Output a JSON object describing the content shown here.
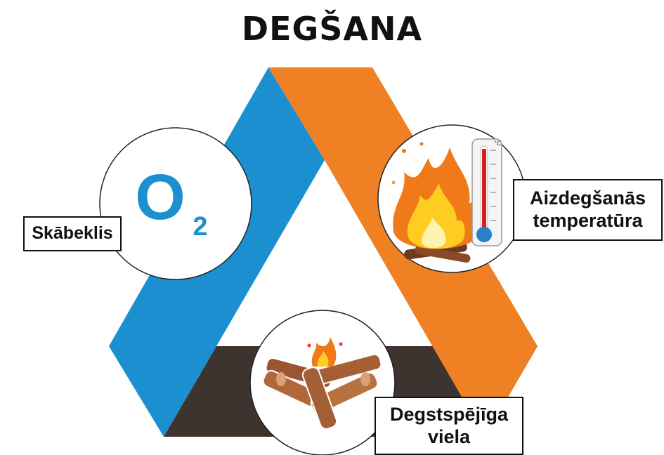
{
  "title": "DEGŠANA",
  "colors": {
    "oxygen_band": "#1b8fd0",
    "heat_band": "#ef8124",
    "fuel_band": "#3d332f",
    "fire_orange": "#f07a1a",
    "fire_yellow": "#ffcc22",
    "thermometer_red": "#d6201f",
    "wood": "#b0683a"
  },
  "oxygen": {
    "symbol": "O",
    "subscript": "2",
    "label": "Skābeklis",
    "icon": "o2-symbol"
  },
  "heat": {
    "label_line1": "Aizdegšanās",
    "label_line2": "temperatūra",
    "icon": "fire-thermometer-icon",
    "thermometer_unit": "°C"
  },
  "fuel": {
    "label_line1": "Degstspējīga",
    "label_line2": "viela",
    "icon": "campfire-wood-icon"
  }
}
